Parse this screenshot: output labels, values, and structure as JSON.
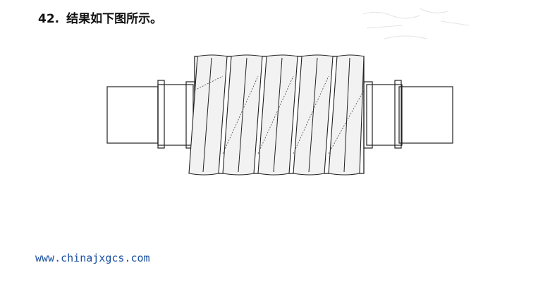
{
  "problem": {
    "number": "42.",
    "text": "结果如下图所示。"
  },
  "figure": {
    "subject": "worm-shaft"
  },
  "watermark": {
    "url": "www.chinajxgcs.com",
    "color": "#1a4fa0"
  }
}
